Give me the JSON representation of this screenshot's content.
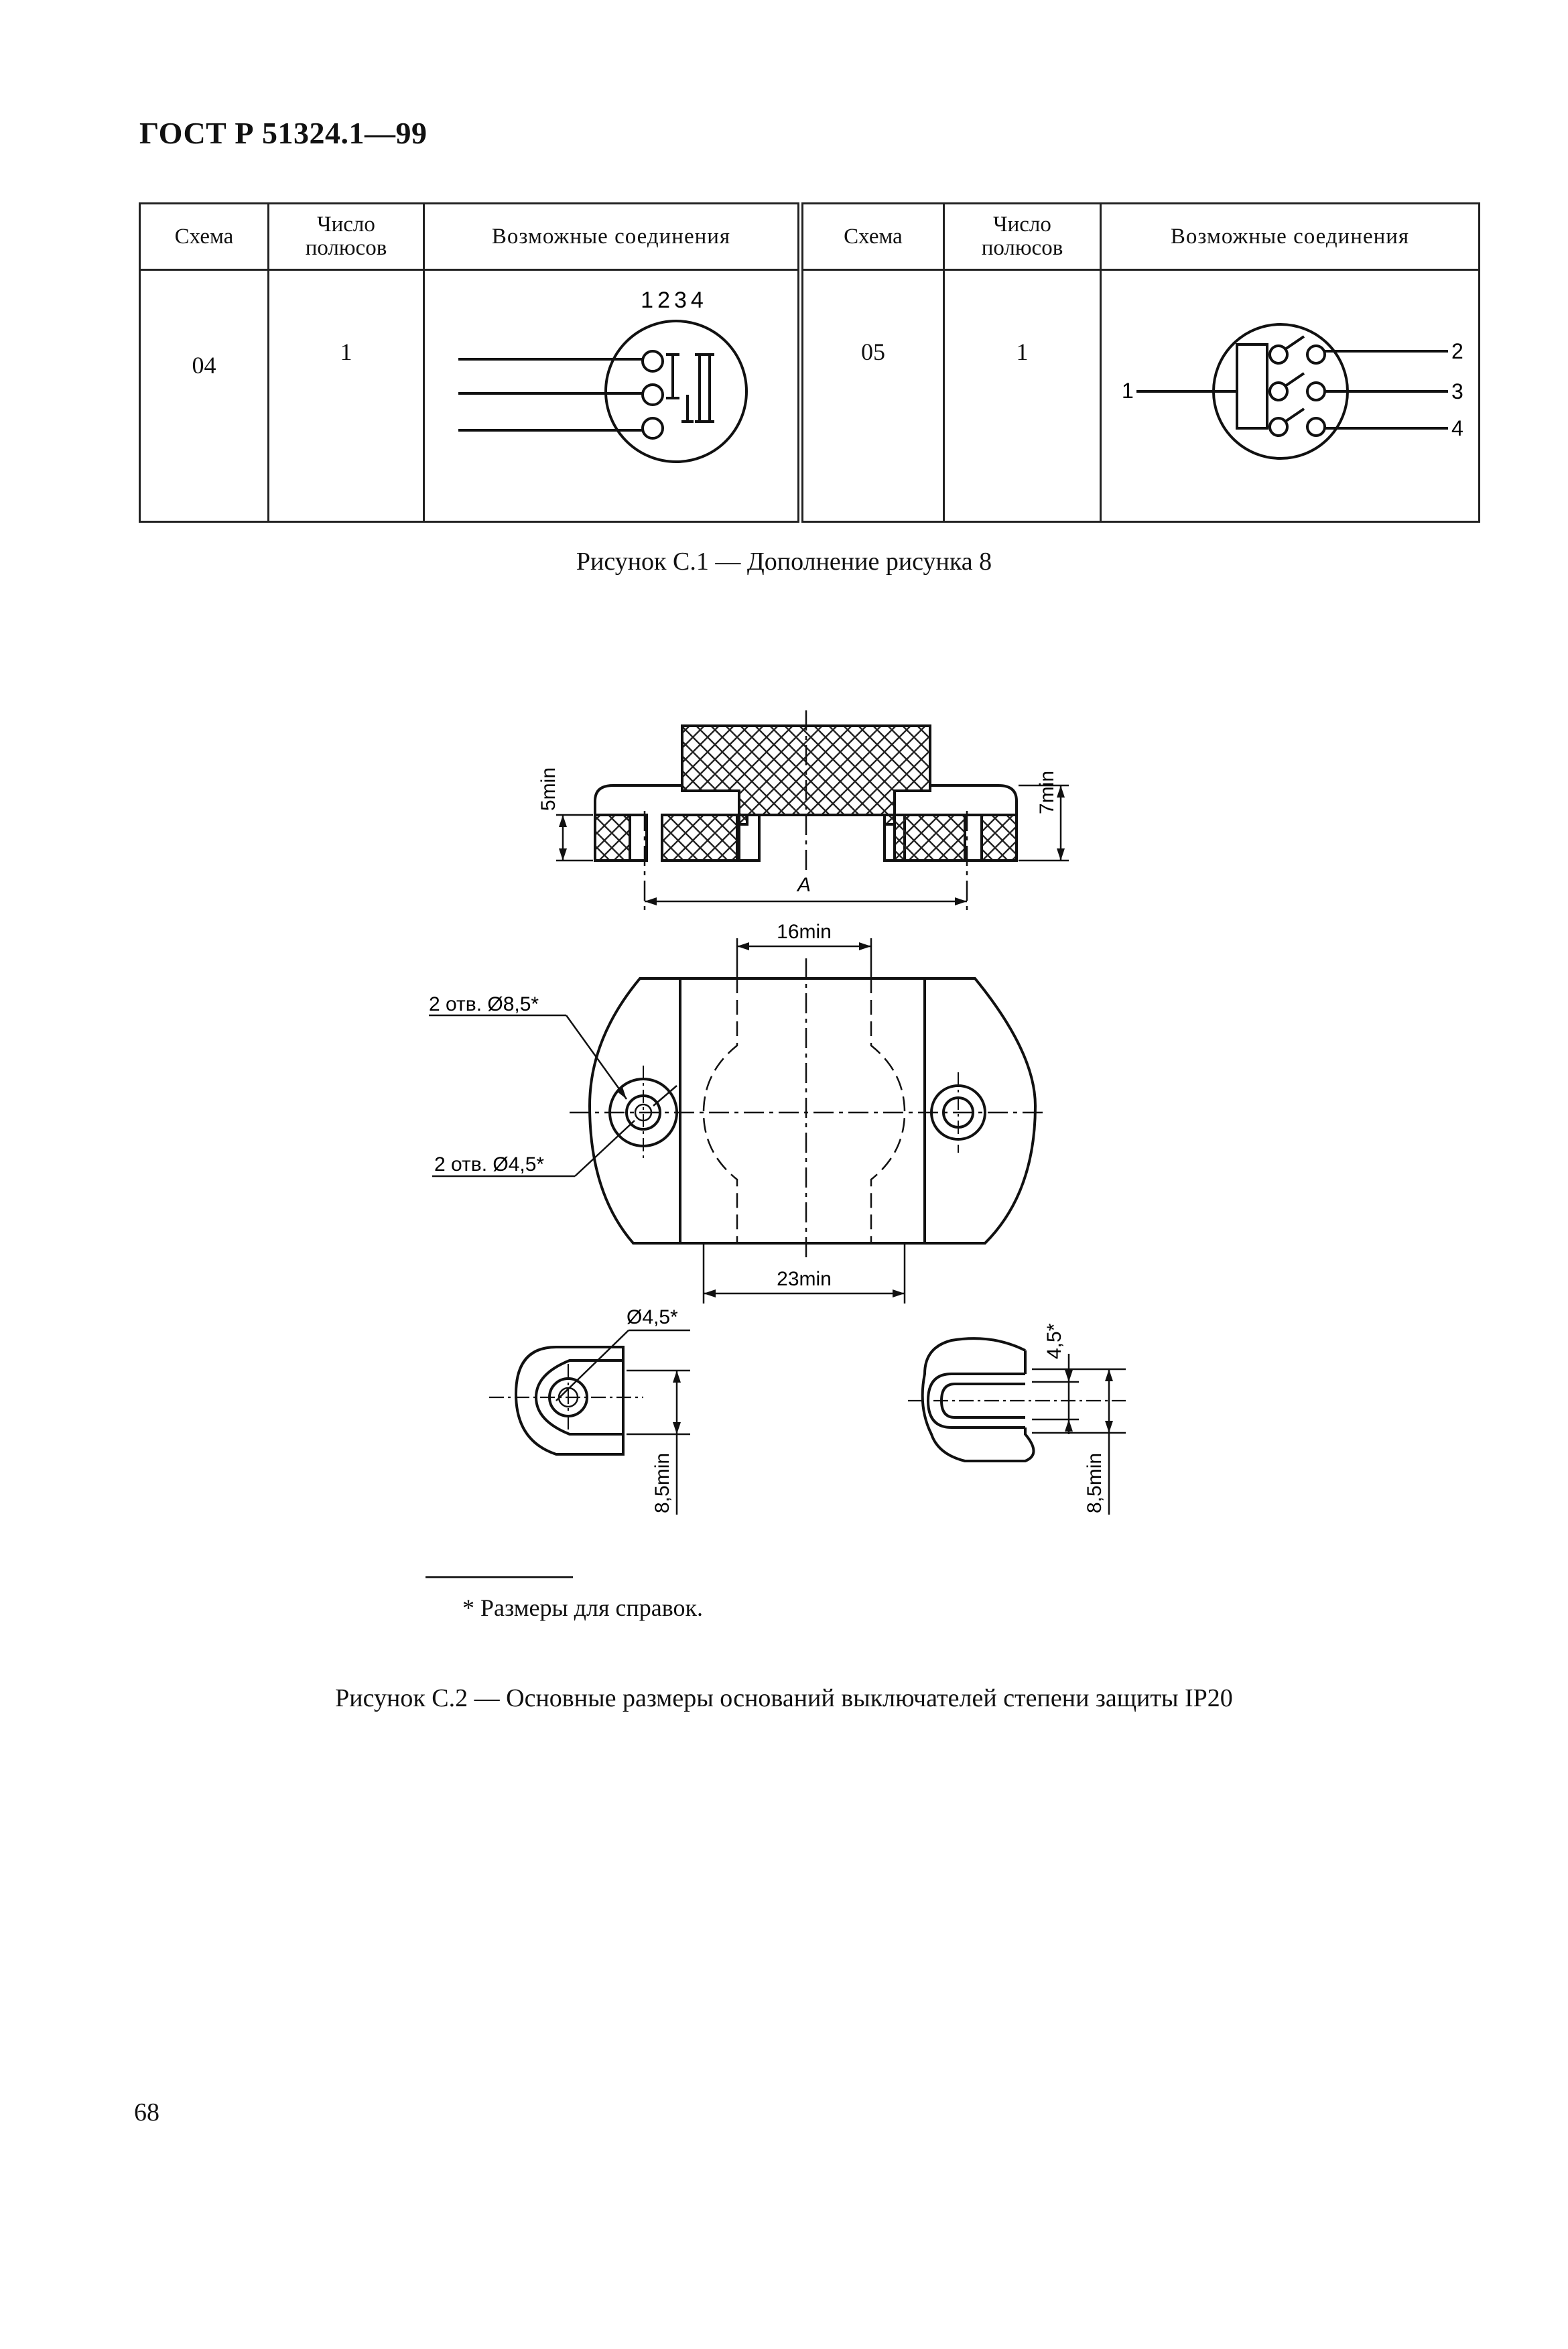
{
  "header": {
    "title": "ГОСТ Р 51324.1—99"
  },
  "table": {
    "headers": [
      "Схема",
      "Число полюсов",
      "Возможные соединения",
      "Схема",
      "Число полюсов",
      "Возможные соединения"
    ],
    "header_lines": {
      "poles_1": "Число",
      "poles_2": "полюсов"
    },
    "rows": [
      {
        "scheme_a": "04",
        "poles_a": "1",
        "scheme_b": "05",
        "poles_b": "1"
      }
    ],
    "diagram_04": {
      "terminals": "1234"
    },
    "diagram_05": {
      "in": "1",
      "out": [
        "2",
        "3",
        "4"
      ]
    }
  },
  "fig1_caption": "Рисунок С.1 — Дополнение рисунка 8",
  "drawing": {
    "dim_5min": "5min",
    "dim_7min": "7min",
    "dim_A": "A",
    "dim_16min": "16min",
    "hole_large": "2 отв. Ø8,5*",
    "hole_small": "2 отв. Ø4,5*",
    "dim_23min": "23min",
    "dia_45": "Ø4,5*",
    "dim_85min_left": "8,5min",
    "dim_45_right": "4,5*",
    "dim_85min_right": "8,5min"
  },
  "footnote": "* Размеры для справок.",
  "fig2_caption": "Рисунок С.2 — Основные размеры оснований выключателей степени защиты IP20",
  "page_number": "68"
}
